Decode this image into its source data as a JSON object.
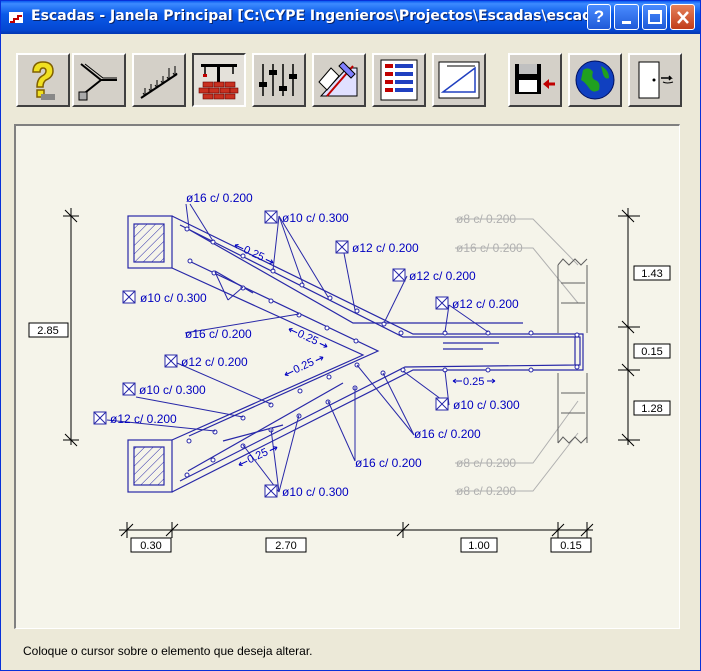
{
  "window": {
    "title": "Escadas - Janela Principal [C:\\CYPE Ingenieros\\Projectos\\Escadas\\escada.",
    "help_glyph": "?"
  },
  "toolbar": {
    "buttons": [
      {
        "name": "help-button",
        "icon": "question-icon"
      },
      {
        "name": "geometry-button",
        "icon": "stair-geometry-icon"
      },
      {
        "name": "loads-button",
        "icon": "stair-loads-icon"
      },
      {
        "name": "reinforcement-button",
        "icon": "crane-wall-icon",
        "pressed": true
      },
      {
        "name": "options-button",
        "icon": "sliders-icon"
      },
      {
        "name": "edit-button",
        "icon": "pencil-edit-icon"
      },
      {
        "name": "listings-button",
        "icon": "list-icon"
      },
      {
        "name": "drawing-button",
        "icon": "drawing-icon"
      },
      {
        "name": "save-button",
        "icon": "floppy-save-icon"
      },
      {
        "name": "web-button",
        "icon": "globe-icon"
      },
      {
        "name": "exit-button",
        "icon": "exit-door-icon"
      }
    ]
  },
  "drawing": {
    "labels": {
      "top_main": "ø16 c/ 0.200",
      "top_t1": "ø10 c/ 0.300",
      "top_t2": "ø12 c/ 0.200",
      "top_t3": "ø12 c/ 0.200",
      "top_t4": "ø12 c/ 0.200",
      "left_upper": "ø10 c/ 0.300",
      "mid_long": "ø16 c/ 0.200",
      "mid_t1": "ø12 c/ 0.200",
      "low_t1": "ø10 c/ 0.300",
      "low_t2": "ø12 c/ 0.200",
      "right_t1": "ø10 c/ 0.300",
      "right_long": "ø16 c/ 0.200",
      "bottom_long": "ø16 c/ 0.200",
      "bottom_t1": "ø10 c/ 0.300",
      "ghost_1": "ø8 c/ 0.200",
      "ghost_2": "ø16 c/ 0.200",
      "ghost_3": "ø8 c/ 0.200",
      "ghost_4": "ø8 c/ 0.200",
      "anchor_1": "0.25",
      "anchor_2": "0.25",
      "anchor_3": "0.25",
      "anchor_4": "0.25",
      "anchor_5": "0.25"
    },
    "dimensions": {
      "left_height": "2.85",
      "right_top": "1.43",
      "right_mid": "0.15",
      "right_bot": "1.28",
      "bot_1": "0.30",
      "bot_2": "2.70",
      "bot_3": "1.00",
      "bot_4": "0.15"
    },
    "colors": {
      "line": "#2828a8",
      "label": "#0000c0",
      "ghost": "#b0b0b0",
      "dim": "#000000",
      "canvas": "#f5f4ea"
    }
  },
  "status": {
    "message": "Coloque o cursor sobre o elemento que deseja alterar."
  }
}
